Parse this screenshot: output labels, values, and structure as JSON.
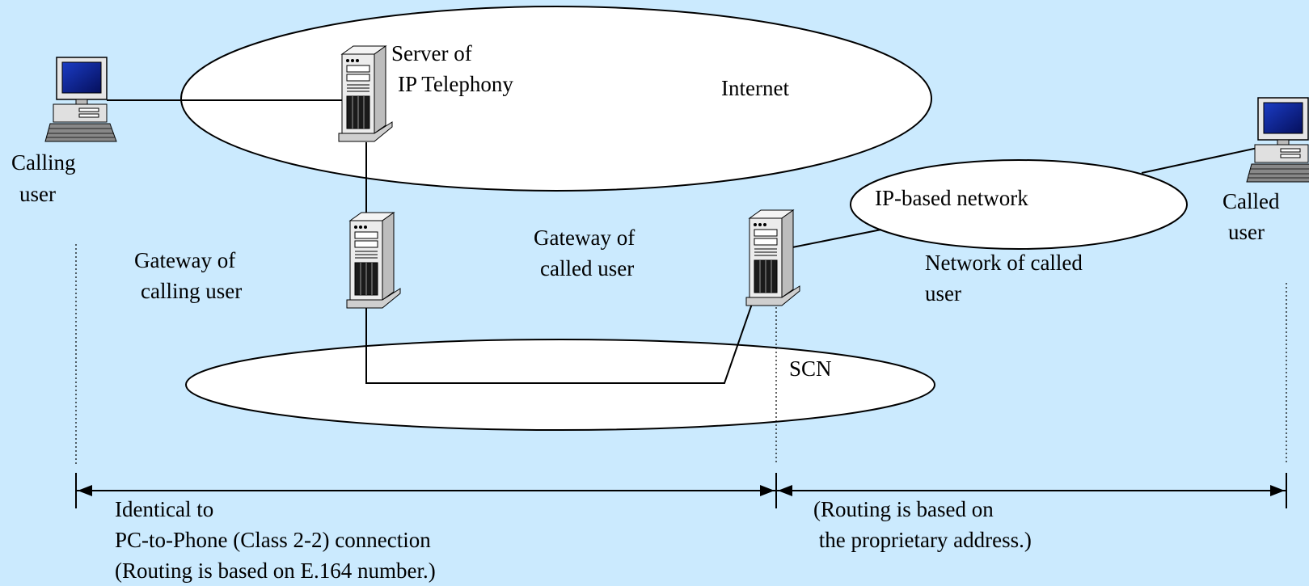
{
  "colors": {
    "background": "#cbeafe",
    "cloud_fill": "#ffffff",
    "stroke": "#000000",
    "screen": "#0a1a8a",
    "server_body": "#e8e8e8"
  },
  "icons": [
    "computer-icon",
    "server-icon"
  ],
  "labels": {
    "calling_user": {
      "line1": "Calling",
      "line2": "user"
    },
    "called_user": {
      "line1": "Called",
      "line2": "user"
    },
    "server": {
      "line1": "Server of",
      "line2": "IP Telephony"
    },
    "internet": "Internet",
    "ip_network": "IP-based network",
    "gateway_calling": {
      "line1": "Gateway of",
      "line2": "calling user"
    },
    "gateway_called": {
      "line1": "Gateway of",
      "line2": "called user"
    },
    "network_called": {
      "line1": "Network of called",
      "line2": "user"
    },
    "scn": "SCN"
  },
  "annotations": {
    "left": {
      "line1": "Identical to",
      "line2": "PC-to-Phone (Class 2-2) connection",
      "line3": "(Routing is based on E.164 number.)"
    },
    "right": {
      "line1": "(Routing is based on",
      "line2": " the proprietary address.)"
    }
  }
}
